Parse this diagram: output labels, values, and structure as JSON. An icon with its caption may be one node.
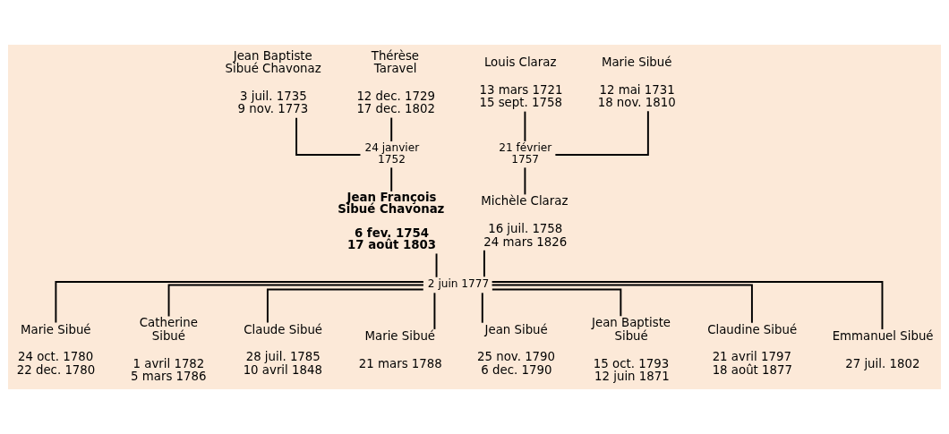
{
  "diagram": {
    "nodes": [
      {
        "text": [
          "Jean Baptiste Sibué Chavonaz",
          "3 juil. 1735 9 nov. 1773"
        ]
      },
      {
        "text": [
          "Thérèse Taravel",
          "12 dec. 1729 17 dec. 1802"
        ]
      },
      {
        "text": [
          "24 janvier 1752"
        ]
      },
      {
        "text": [
          "Louis Claraz",
          "13 mars 1721 15 sept. 1758"
        ]
      },
      {
        "text": [
          "Marie Sibué",
          "12 mai 1731 18 nov. 1810"
        ]
      },
      {
        "text": [
          "21 février 1757"
        ]
      },
      {
        "text": [
          "Jean François Sibué Chavonaz",
          "6 fev. 1754 17 août 1803"
        ]
      },
      {
        "text": [
          "Michèle Claraz",
          "16 juil. 1758 24 mars 1826"
        ]
      },
      {
        "text": [
          "2 juin 1777"
        ]
      },
      {
        "text": [
          "Marie Sibué",
          "24 oct. 1780 22 dec. 1780"
        ]
      },
      {
        "text": [
          "Catherine Sibué",
          "1 avril 1782 5 mars 1786"
        ]
      },
      {
        "text": [
          "Claude Sibué",
          "28 juil. 1785 10 avril 1848"
        ]
      },
      {
        "text": [
          "Marie Sibué",
          "21 mars 1788"
        ]
      },
      {
        "text": [
          "Jean Sibué",
          "25 nov. 1790 6 dec. 1790"
        ]
      },
      {
        "text": [
          "Jean Baptiste Sibué",
          "15 oct. 1793 12 juin 1871"
        ]
      },
      {
        "text": [
          "Claudine Sibué",
          "21 avril 1797 18 août 1877"
        ]
      },
      {
        "text": [
          "Emmanuel Sibué",
          "27 juil. 1802"
        ]
      }
    ],
    "edges": [
      {
        "from": 0,
        "to": 2,
        "arrow": "none"
      },
      {
        "from": 1,
        "to": 2,
        "arrow": "none"
      },
      {
        "from": 2,
        "to": 6,
        "arrow": "none"
      },
      {
        "from": 3,
        "to": 5,
        "arrow": "none"
      },
      {
        "from": 4,
        "to": 5,
        "arrow": "none"
      },
      {
        "from": 5,
        "to": 7,
        "arrow": "none"
      },
      {
        "from": 6,
        "to": 8,
        "arrow": "none"
      },
      {
        "from": 7,
        "to": 8,
        "arrow": "none"
      },
      {
        "from": 8,
        "to": 9,
        "arrow": "none"
      },
      {
        "from": 8,
        "to": 10,
        "arrow": "none"
      },
      {
        "from": 8,
        "to": 11,
        "arrow": "none"
      },
      {
        "from": 8,
        "to": 12,
        "arrow": "none"
      },
      {
        "from": 8,
        "to": 13,
        "arrow": "none"
      },
      {
        "from": 8,
        "to": 14,
        "arrow": "none"
      },
      {
        "from": 8,
        "to": 15,
        "arrow": "none"
      },
      {
        "from": 8,
        "to": 16,
        "arrow": "none"
      }
    ]
  }
}
